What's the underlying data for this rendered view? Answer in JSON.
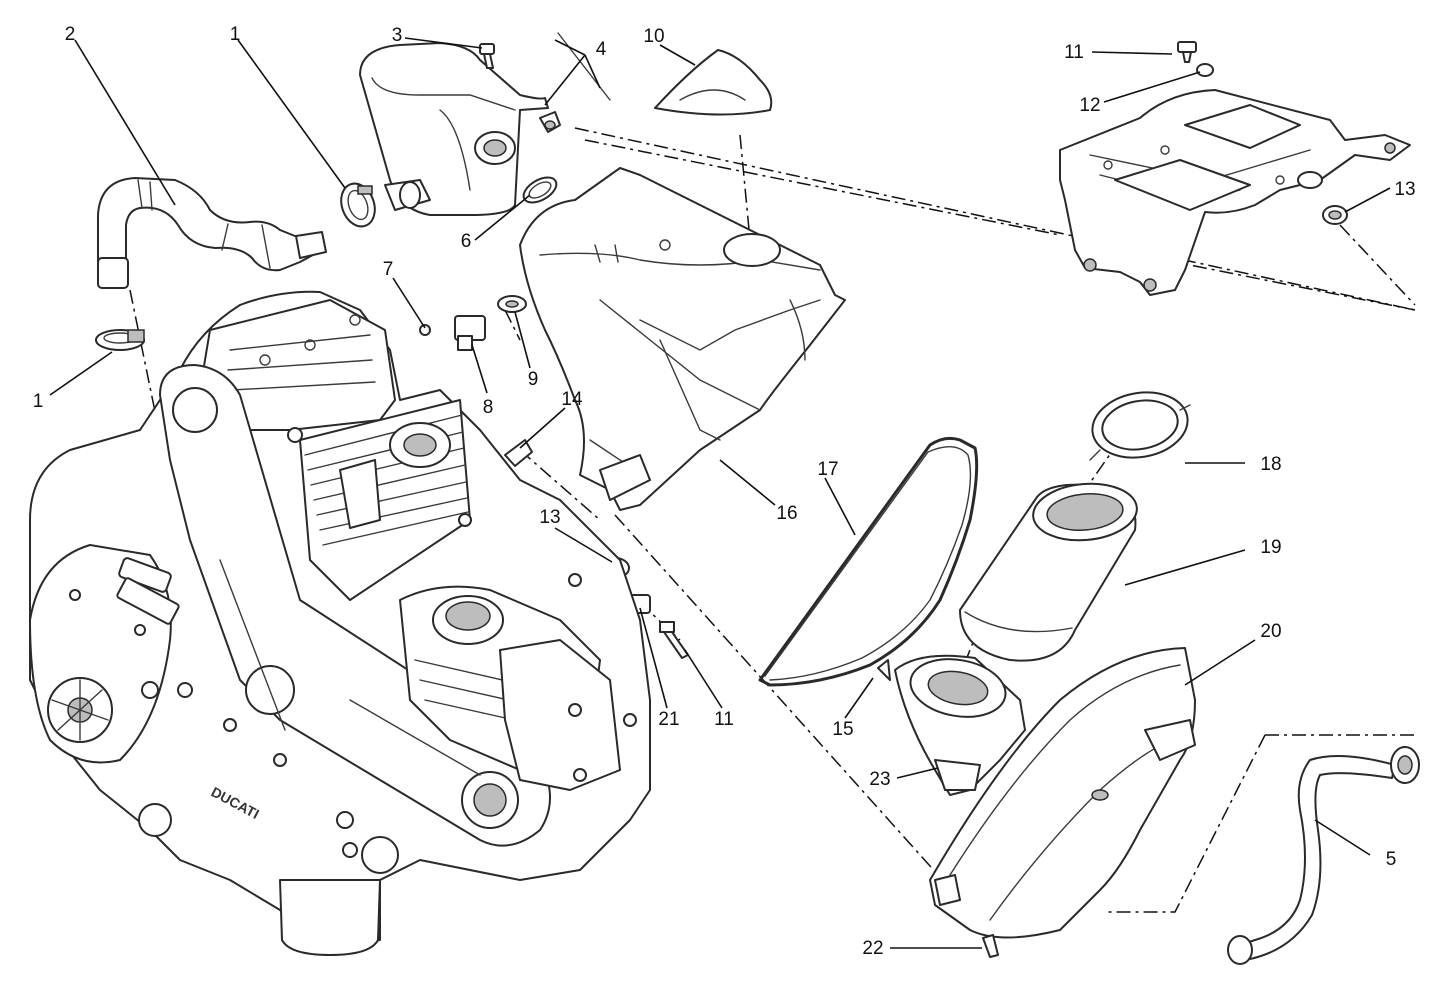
{
  "diagram": {
    "title": "",
    "callouts": [
      {
        "id": "c1a",
        "text": "1"
      },
      {
        "id": "c1b",
        "text": "1"
      },
      {
        "id": "c2",
        "text": "2"
      },
      {
        "id": "c3",
        "text": "3"
      },
      {
        "id": "c4",
        "text": "4"
      },
      {
        "id": "c5",
        "text": "5"
      },
      {
        "id": "c6",
        "text": "6"
      },
      {
        "id": "c7",
        "text": "7"
      },
      {
        "id": "c8",
        "text": "8"
      },
      {
        "id": "c9",
        "text": "9"
      },
      {
        "id": "c10",
        "text": "10"
      },
      {
        "id": "c11a",
        "text": "11"
      },
      {
        "id": "c11b",
        "text": "11"
      },
      {
        "id": "c12",
        "text": "12"
      },
      {
        "id": "c13a",
        "text": "13"
      },
      {
        "id": "c13b",
        "text": "13"
      },
      {
        "id": "c14",
        "text": "14"
      },
      {
        "id": "c15",
        "text": "15"
      },
      {
        "id": "c16",
        "text": "16"
      },
      {
        "id": "c17",
        "text": "17"
      },
      {
        "id": "c18",
        "text": "18"
      },
      {
        "id": "c19",
        "text": "19"
      },
      {
        "id": "c20",
        "text": "20"
      },
      {
        "id": "c21",
        "text": "21"
      },
      {
        "id": "c22",
        "text": "22"
      },
      {
        "id": "c23",
        "text": "23"
      }
    ],
    "engine_marking": "DUCATI",
    "colors": {
      "line": "#2a2a2a",
      "background": "#ffffff",
      "shade": "#d6d6d6"
    }
  }
}
